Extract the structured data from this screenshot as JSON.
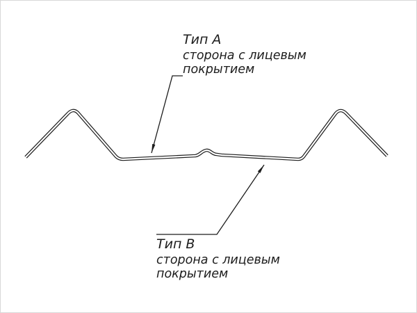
{
  "diagram": {
    "background": "#ffffff",
    "line_color": "#1c1c1c",
    "labels": {
      "top": {
        "title": "Тип А",
        "line2": "сторона с лицевым",
        "line3": "покрытием"
      },
      "bottom": {
        "title": "Тип В",
        "line2": "сторона с лицевым",
        "line3": "покрытием"
      }
    }
  }
}
